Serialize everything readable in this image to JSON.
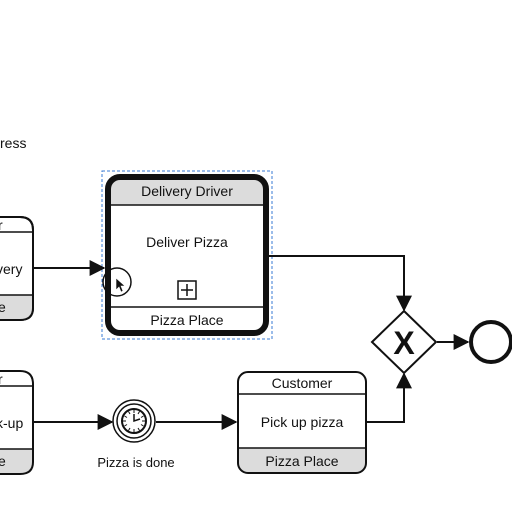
{
  "canvas": {
    "partial_label": "ress"
  },
  "tasks": {
    "left_top": {
      "participant_top": "r",
      "name": "very",
      "participant_bottom": "e"
    },
    "left_bottom": {
      "participant_top": "r",
      "name": "k-up",
      "participant_bottom": "e"
    },
    "deliver_pizza": {
      "participant_top": "Delivery Driver",
      "name": "Deliver Pizza",
      "participant_bottom": "Pizza Place"
    },
    "pick_up_pizza": {
      "participant_top": "Customer",
      "name": "Pick up pizza",
      "participant_bottom": "Pizza Place"
    }
  },
  "events": {
    "timer": {
      "label": "Pizza is done",
      "icon": "clock-icon"
    }
  },
  "gateway": {
    "type": "exclusive",
    "symbol": "X"
  },
  "colors": {
    "stroke": "#111111",
    "band_fill": "#dcdcdc",
    "selection": "#3a7bd5"
  }
}
